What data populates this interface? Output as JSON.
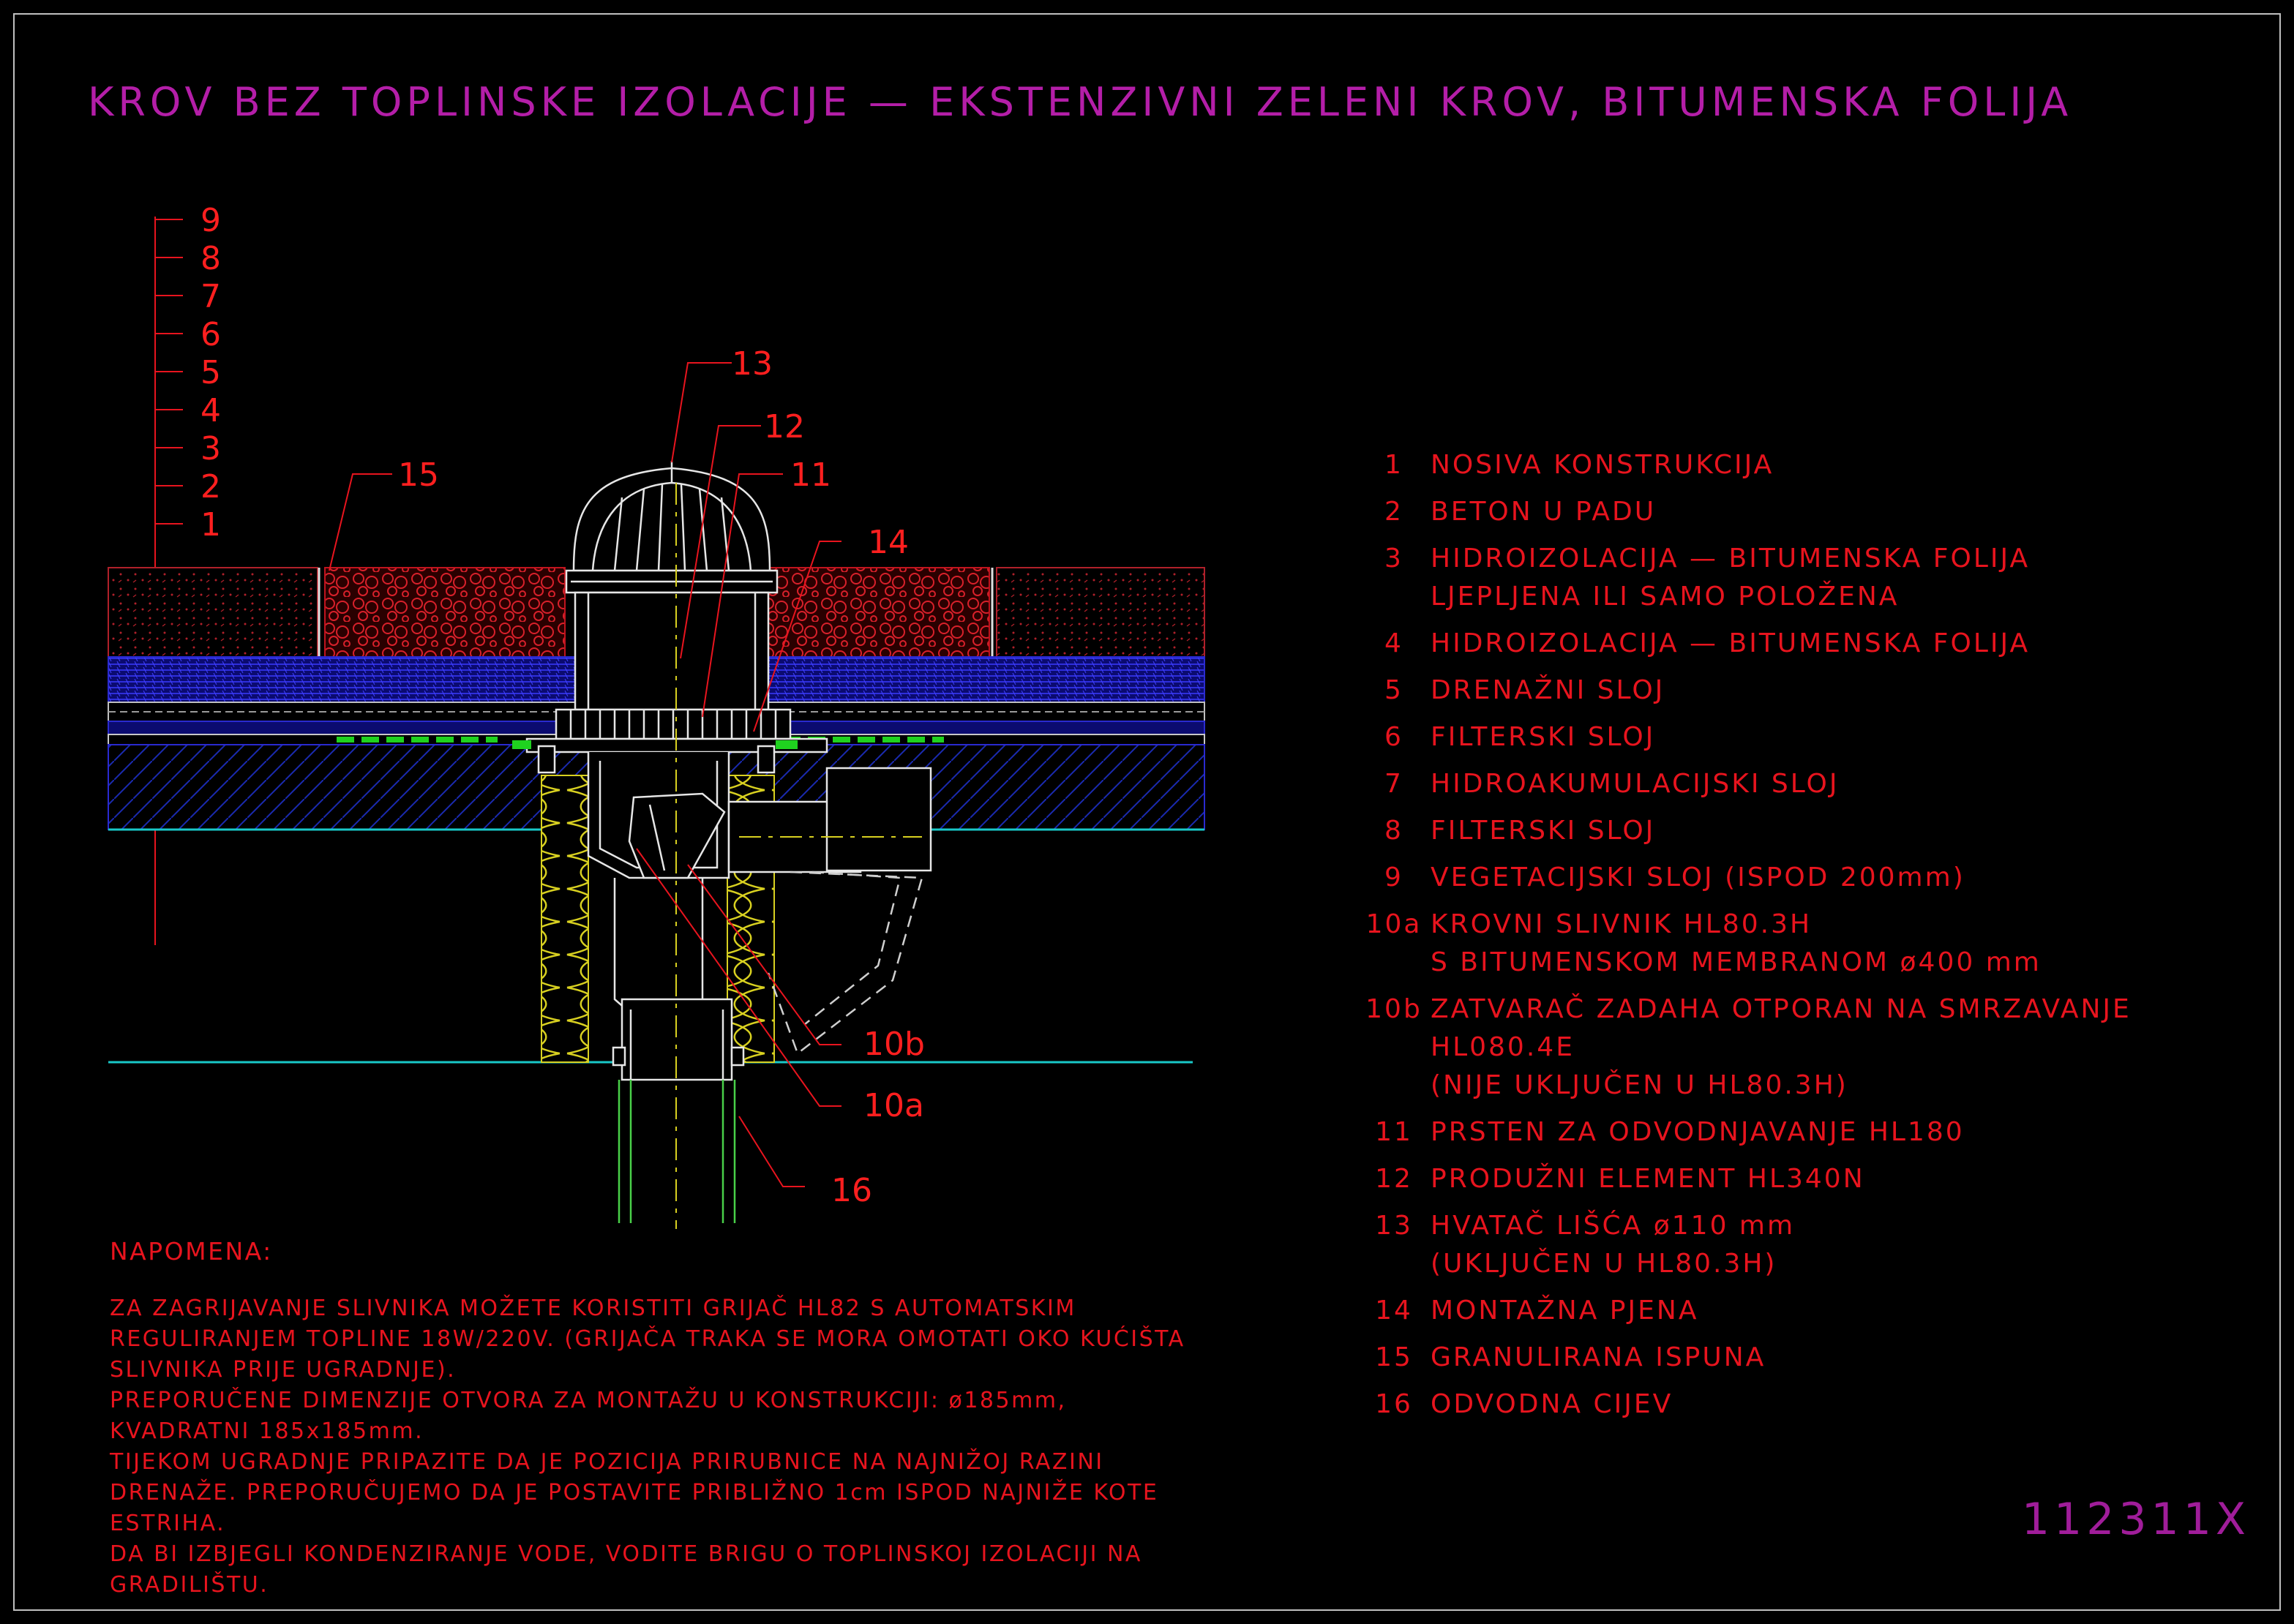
{
  "title": "KROV BEZ TOPLINSKE IZOLACIJE — EKSTENZIVNI ZELENI KROV, BITUMENSKA FOLIJA",
  "layer_scale": [
    "9",
    "8",
    "7",
    "6",
    "5",
    "4",
    "3",
    "2",
    "1"
  ],
  "callouts": {
    "c13": "13",
    "c12": "12",
    "c11": "11",
    "c15": "15",
    "c14": "14",
    "c10b": "10b",
    "c10a": "10a",
    "c16": "16"
  },
  "legend": [
    {
      "num": "1",
      "text": "NOSIVA KONSTRUKCIJA"
    },
    {
      "num": "2",
      "text": "BETON U PADU"
    },
    {
      "num": "3",
      "text": "HIDROIZOLACIJA — BITUMENSKA FOLIJA\nLJEPLJENA ILI SAMO POLOŽENA"
    },
    {
      "num": "4",
      "text": "HIDROIZOLACIJA — BITUMENSKA FOLIJA"
    },
    {
      "num": "5",
      "text": "DRENAŽNI SLOJ"
    },
    {
      "num": "6",
      "text": "FILTERSKI SLOJ"
    },
    {
      "num": "7",
      "text": "HIDROAKUMULACIJSKI SLOJ"
    },
    {
      "num": "8",
      "text": "FILTERSKI SLOJ"
    },
    {
      "num": "9",
      "text": "VEGETACIJSKI SLOJ (ISPOD 200mm)"
    },
    {
      "num": "10a",
      "text": "KROVNI SLIVNIK HL80.3H\nS BITUMENSKOM MEMBRANOM ø400 mm"
    },
    {
      "num": "10b",
      "text": "ZATVARAČ ZADAHA OTPORAN NA SMRZAVANJE HL080.4E\n(NIJE UKLJUČEN U HL80.3H)"
    },
    {
      "num": "11",
      "text": "PRSTEN ZA ODVODNJAVANJE HL180"
    },
    {
      "num": "12",
      "text": "PRODUŽNI ELEMENT HL340N"
    },
    {
      "num": "13",
      "text": "HVATAČ LIŠĆA ø110 mm\n(UKLJUČEN U HL80.3H)"
    },
    {
      "num": "14",
      "text": "MONTAŽNA PJENA"
    },
    {
      "num": "15",
      "text": "GRANULIRANA ISPUNA"
    },
    {
      "num": "16",
      "text": "ODVODNA CIJEV"
    }
  ],
  "notes": {
    "heading": "NAPOMENA:",
    "paragraphs": [
      "ZA ZAGRIJAVANJE SLIVNIKA MOŽETE KORISTITI GRIJAČ HL82 S AUTOMATSKIM REGULIRANJEM TOPLINE 18W/220V. (GRIJAČA TRAKA SE MORA OMOTATI OKO KUĆIŠTA SLIVNIKA PRIJE UGRADNJE).",
      "PREPORUČENE DIMENZIJE OTVORA ZA MONTAŽU U KONSTRUKCIJI: ø185mm, KVADRATNI 185x185mm.",
      "TIJEKOM UGRADNJE PRIPAZITE DA JE POZICIJA PRIRUBNICE NA NAJNIŽOJ RAZINI DRENAŽE. PREPORUČUJEMO DA JE POSTAVITE PRIBLIŽNO 1cm ISPOD NAJNIŽE KOTE ESTRIHA.",
      "DA BI IZBJEGLI KONDENZIRANJE VODE, VODITE BRIGU O TOPLINSKOJ IZOLACIJI NA GRADILIŠTU."
    ]
  },
  "drawing_code": "112311X",
  "colors": {
    "background": "#000000",
    "title": "#b41ea8",
    "annotation": "#e8141e",
    "code": "#a01d9a",
    "layer_gravel": "#c0141e",
    "layer_membrane": "#2a2ad0",
    "layer_green": "#1fd21f",
    "insulation": "#d8d020",
    "cyan_line": "#19c8c8"
  }
}
